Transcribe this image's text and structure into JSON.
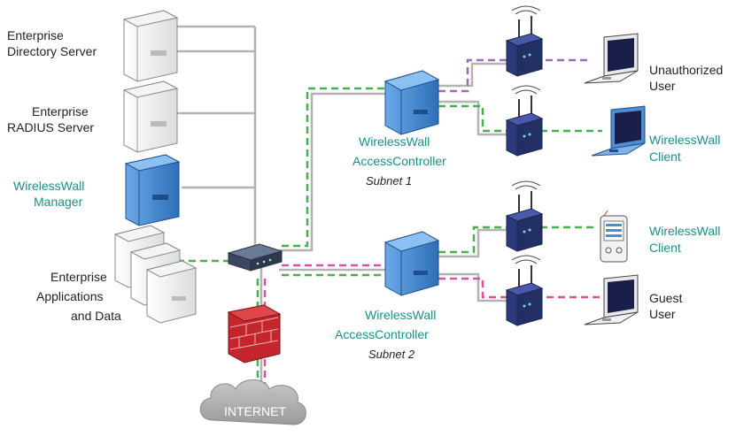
{
  "colors": {
    "wire": "#b3b3b3",
    "green_link": "#47b04b",
    "pink_link": "#e0509a",
    "purple_link": "#9a6bb5",
    "teal_text": "#1b8f8a",
    "controller_blue": "#4f8dd0",
    "router_navy": "#2d3a7a",
    "firewall_red": "#c4262b",
    "cloud_gray": "#b0b0b0"
  },
  "labels": {
    "dir_server": [
      "Enterprise",
      "Directory Server"
    ],
    "radius_server": [
      "Enterprise",
      "RADIUS Server"
    ],
    "manager": [
      "WirelessWall",
      "Manager"
    ],
    "enterprise_apps": [
      "Enterprise",
      "Applications",
      "and Data"
    ],
    "controller1": [
      "WirelessWall",
      "AccessController"
    ],
    "subnet1": "Subnet 1",
    "controller2": [
      "WirelessWall",
      "AccessController"
    ],
    "subnet2": "Subnet 2",
    "unauthorized": [
      "Unauthorized",
      "User"
    ],
    "client1": [
      "WirelessWall",
      "Client"
    ],
    "client2": [
      "WirelessWall",
      "Client"
    ],
    "guest": [
      "Guest",
      "User"
    ],
    "internet": "INTERNET"
  },
  "icons": {
    "servers": "server-tower-icon",
    "manager": "blue-server-icon",
    "switch": "network-switch-icon",
    "firewall": "firewall-brick-icon",
    "cloud": "internet-cloud-icon",
    "access_point": "wireless-router-icon",
    "laptop": "laptop-icon",
    "pda": "handheld-device-icon"
  }
}
